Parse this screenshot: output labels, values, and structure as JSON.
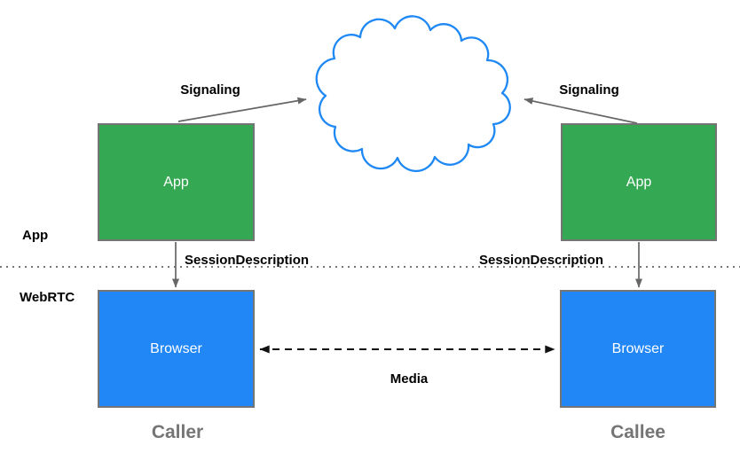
{
  "layers": {
    "app_label": "App",
    "webrtc_label": "WebRTC"
  },
  "caller": {
    "app_box_label": "App",
    "browser_box_label": "Browser",
    "signaling_label": "Signaling",
    "session_description_label": "SessionDescription",
    "role_label": "Caller"
  },
  "callee": {
    "app_box_label": "App",
    "browser_box_label": "Browser",
    "signaling_label": "Signaling",
    "session_description_label": "SessionDescription",
    "role_label": "Callee"
  },
  "media_label": "Media",
  "icons": {
    "cloud": "signaling-network-cloud-icon"
  },
  "colors": {
    "app_box_fill": "#35a853",
    "browser_box_fill": "#2187f7",
    "box_border": "#757575",
    "cloud_stroke": "#1e88f5",
    "arrow_gray": "#666666",
    "arrow_black": "#111111",
    "divider": "#777777",
    "role_text": "#757575",
    "label_text": "#000000"
  }
}
